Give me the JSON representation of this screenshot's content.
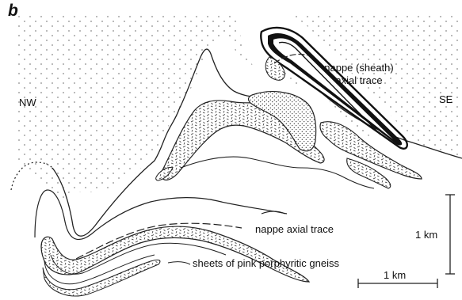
{
  "panel_label": "b",
  "labels": {
    "nw": "NW",
    "se": "SE",
    "sheath_line1": "nappe (sheath)",
    "sheath_line2": "axial trace",
    "nappe_axial": "nappe axial trace",
    "gneiss": "sheets of pink porphyritic gneiss"
  },
  "scales": {
    "vertical": "1 km",
    "horizontal": "1 km"
  }
}
